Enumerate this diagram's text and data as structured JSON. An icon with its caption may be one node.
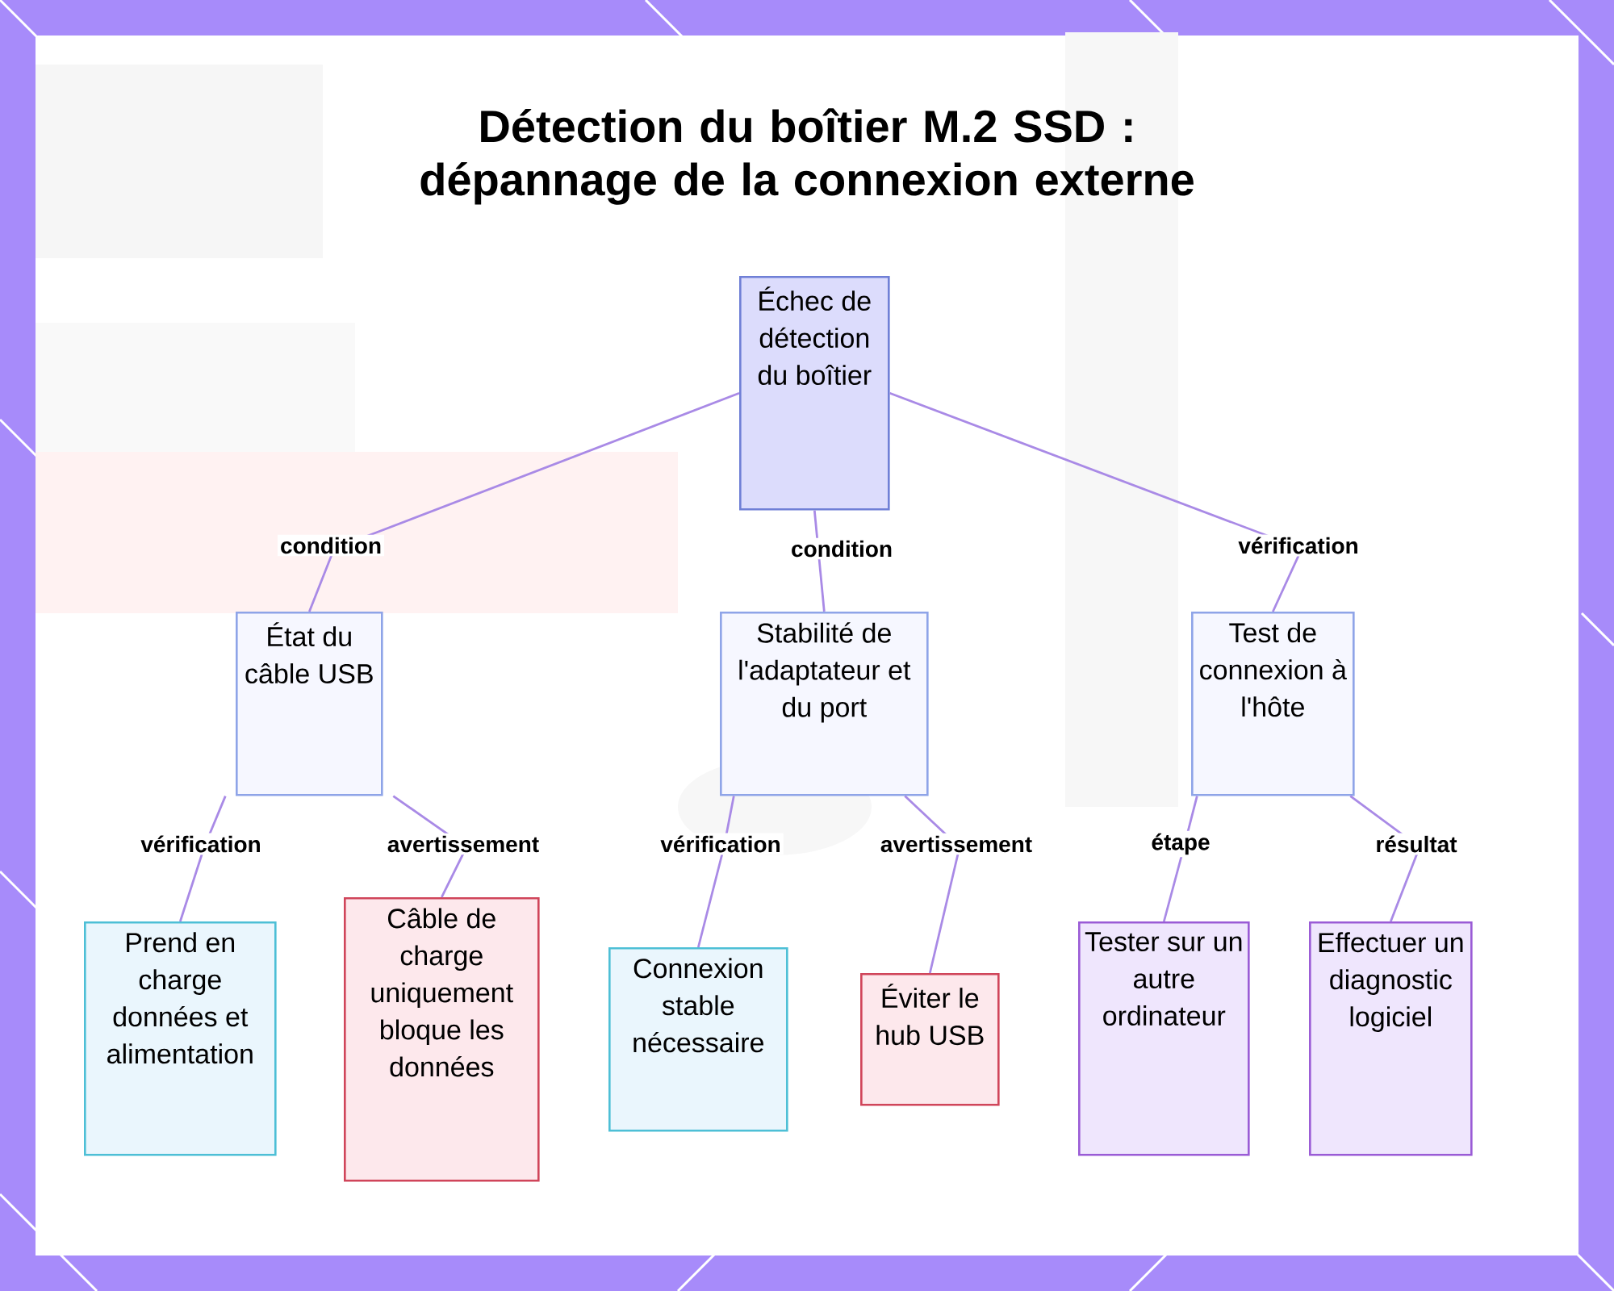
{
  "diagram": {
    "title": "Détection du boîtier M.2 SSD : dépannage de la connexion externe",
    "nodes": [
      {
        "text": [
          "Échec de détection du boîtier"
        ]
      },
      {
        "text": [
          "État du câble USB"
        ]
      },
      {
        "text": [
          "Stabilité de l'adaptateur et du port"
        ]
      },
      {
        "text": [
          "Test de connexion à l'hôte"
        ]
      },
      {
        "text": [
          "Prend en charge données et alimentation"
        ]
      },
      {
        "text": [
          "Câble de charge uniquement bloque les données"
        ]
      },
      {
        "text": [
          "Connexion stable nécessaire"
        ]
      },
      {
        "text": [
          "Éviter le hub USB"
        ]
      },
      {
        "text": [
          "Tester sur un autre ordinateur"
        ]
      },
      {
        "text": [
          "Effectuer un diagnostic logiciel"
        ]
      }
    ],
    "edges": [
      {
        "from": 0,
        "to": 1,
        "arrow": "none",
        "label": "condition"
      },
      {
        "from": 0,
        "to": 2,
        "arrow": "none",
        "label": "condition"
      },
      {
        "from": 0,
        "to": 3,
        "arrow": "none",
        "label": "vérification"
      },
      {
        "from": 1,
        "to": 4,
        "arrow": "none",
        "label": "vérification"
      },
      {
        "from": 1,
        "to": 5,
        "arrow": "none",
        "label": "avertissement"
      },
      {
        "from": 2,
        "to": 6,
        "arrow": "none",
        "label": "vérification"
      },
      {
        "from": 2,
        "to": 7,
        "arrow": "none",
        "label": "avertissement"
      },
      {
        "from": 3,
        "to": 8,
        "arrow": "none",
        "label": "étape"
      },
      {
        "from": 3,
        "to": 9,
        "arrow": "none",
        "label": "résultat"
      }
    ]
  }
}
